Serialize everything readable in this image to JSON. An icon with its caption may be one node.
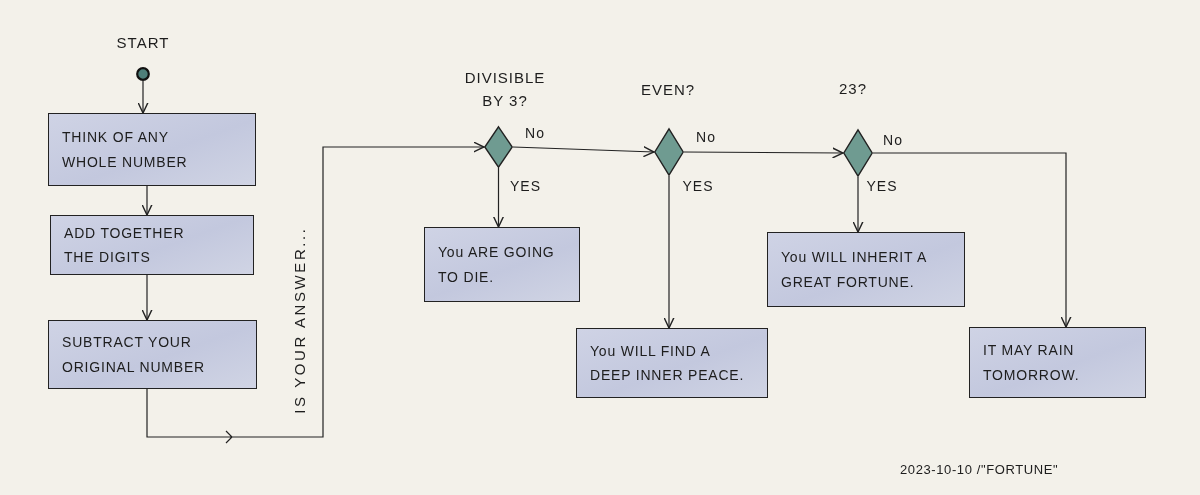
{
  "diagram": {
    "nodes": [
      {
        "text": [
          "START"
        ]
      },
      {
        "text": [
          "THINK OF ANY WHOLE NUMBER"
        ]
      },
      {
        "text": [
          "ADD TOGETHER THE DIGITS"
        ]
      },
      {
        "text": [
          "SUBTRACT YOUR ORIGINAL NUMBER"
        ]
      },
      {
        "text": [
          "DIVISIBLE BY 3?"
        ]
      },
      {
        "text": [
          "You ARE GOING TO DIE."
        ]
      },
      {
        "text": [
          "EVEN?"
        ]
      },
      {
        "text": [
          "You WILL FIND A DEEP INNER PEACE."
        ]
      },
      {
        "text": [
          "23?"
        ]
      },
      {
        "text": [
          "You WILL INHERIT A GREAT FORTUNE."
        ]
      },
      {
        "text": [
          "IT MAY RAIN TOMORROW."
        ]
      }
    ],
    "edges": [
      {
        "from": 0,
        "to": 1,
        "arrow": "to"
      },
      {
        "from": 1,
        "to": 2,
        "arrow": "to"
      },
      {
        "from": 2,
        "to": 3,
        "arrow": "to"
      },
      {
        "from": 3,
        "to": 4,
        "arrow": "to",
        "label": "IS YOUR ANSWER..."
      },
      {
        "from": 4,
        "to": 6,
        "arrow": "to",
        "label": "No"
      },
      {
        "from": 4,
        "to": 5,
        "arrow": "to",
        "label": "YES"
      },
      {
        "from": 6,
        "to": 8,
        "arrow": "to",
        "label": "No"
      },
      {
        "from": 6,
        "to": 7,
        "arrow": "to",
        "label": "YES"
      },
      {
        "from": 8,
        "to": 10,
        "arrow": "to",
        "label": "No"
      },
      {
        "from": 8,
        "to": 9,
        "arrow": "to",
        "label": "YES"
      }
    ],
    "labels": [
      "2023-10-10 /\"FORTUNE\""
    ]
  }
}
